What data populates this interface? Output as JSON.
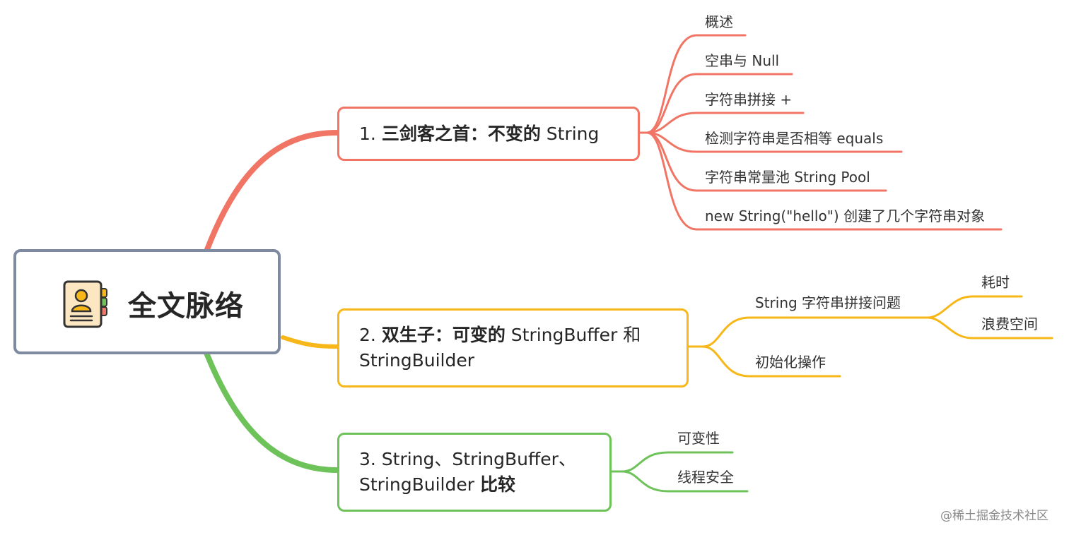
{
  "root": {
    "title": "全文脉络",
    "icon": "profile-card-icon"
  },
  "branches": [
    {
      "prefix": "1. ",
      "bold": "三剑客之首：不变的",
      "suffix": " String",
      "color": "#f07565",
      "children": [
        "概述",
        "空串与 Null",
        "字符串拼接 +",
        "检测字符串是否相等 equals",
        "字符串常量池 String Pool",
        "new String(\"hello\") 创建了几个字符串对象"
      ]
    },
    {
      "prefix": "2. ",
      "bold": "双生子：可变的",
      "suffix": " StringBuffer 和 StringBuilder",
      "color": "#f7b719",
      "children": [
        {
          "label": "String 字符串拼接问题",
          "children": [
            "耗时",
            "浪费空间"
          ]
        },
        {
          "label": "初始化操作"
        }
      ]
    },
    {
      "prefix": "3. String、StringBuffer、StringBuilder ",
      "bold": "比较",
      "suffix": "",
      "color": "#6dc25a",
      "children": [
        "可变性",
        "线程安全"
      ]
    }
  ],
  "watermark": "@稀土掘金技术社区"
}
